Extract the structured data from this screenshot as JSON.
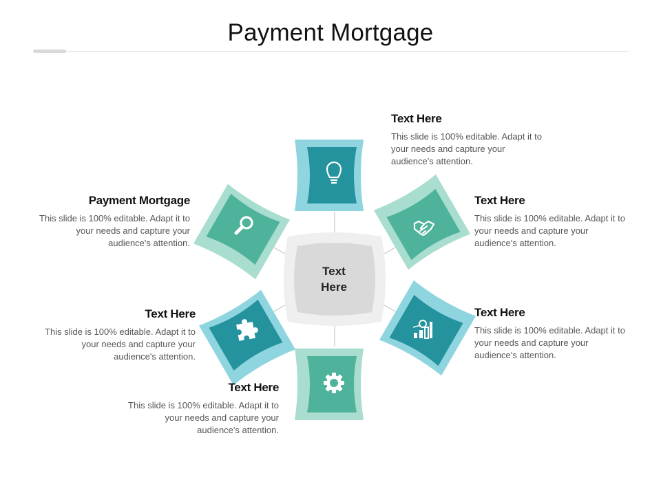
{
  "title": "Payment Mortgage",
  "center": {
    "line1": "Text",
    "line2": "Here"
  },
  "items": [
    {
      "heading": "Text Here",
      "text": "This slide is 100% editable. Adapt it to your needs and capture your audience's attention.",
      "icon": "lightbulb-icon"
    },
    {
      "heading": "Text Here",
      "text": "This slide is 100% editable. Adapt it to your needs and capture your audience's attention.",
      "icon": "handshake-icon"
    },
    {
      "heading": "Text Here",
      "text": "This slide is 100% editable. Adapt it to your needs and capture your audience's attention.",
      "icon": "chart-icon"
    },
    {
      "heading": "Text Here",
      "text": "This slide is 100% editable. Adapt it to your needs and capture your audience's attention.",
      "icon": "gear-icon"
    },
    {
      "heading": "Text Here",
      "text": "This slide is 100% editable. Adapt it to your needs and capture your audience's attention.",
      "icon": "puzzle-icon"
    },
    {
      "heading": "Payment Mortgage",
      "text": "This slide is 100% editable. Adapt it to your needs and capture your audience's attention.",
      "icon": "magnifier-icon"
    }
  ],
  "colors": {
    "teal_dark": "#24939e",
    "teal_green": "#4fb39b",
    "border_blue": "#8fd5e0",
    "border_green": "#a8ddcf"
  }
}
